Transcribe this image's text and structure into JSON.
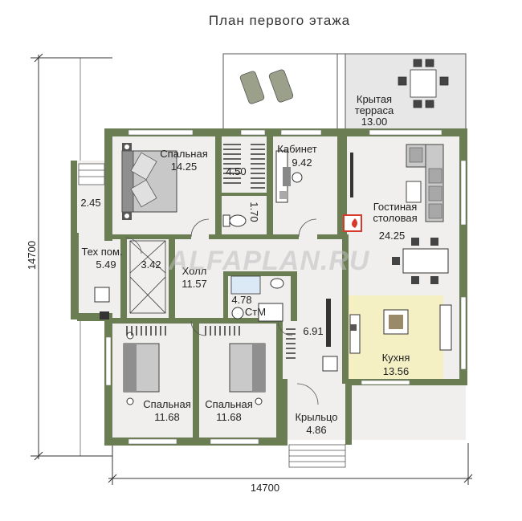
{
  "title": "План первого этажа",
  "watermark": "ALFAPLAN.RU",
  "dimensions": {
    "width": "14700",
    "height": "14700"
  },
  "colors": {
    "wall": "#6b7d52",
    "floor": "#f1efee",
    "terrace": "#e6e6e6",
    "kitchen": "#f4f0c4",
    "fireplace": "#d63a2a"
  },
  "rooms": {
    "terrace": {
      "name": "Крытая\nтерраса",
      "area": "13.00"
    },
    "bedroom_top": {
      "name": "Спальная",
      "area": "14.25"
    },
    "wardrobe": {
      "name": "",
      "area": "4.50"
    },
    "bath_top": {
      "name": "",
      "area": "1.70"
    },
    "cabinet": {
      "name": "Кабинет",
      "area": "9.42"
    },
    "living": {
      "name": "Гостиная\nстоловая",
      "area": "24.25"
    },
    "porch_side": {
      "name": "",
      "area": "2.45"
    },
    "tech": {
      "name": "Тех пом.",
      "area": "5.49"
    },
    "pantry": {
      "name": "",
      "area": "3.42"
    },
    "hall": {
      "name": "Холл",
      "area": "11.57"
    },
    "bath_mid": {
      "name": "",
      "area": "4.78"
    },
    "washer_label": "СтМ",
    "corridor": {
      "name": "",
      "area": "6.91"
    },
    "kitchen": {
      "name": "Кухня",
      "area": "13.56"
    },
    "bedroom_left": {
      "name": "Спальная",
      "area": "11.68"
    },
    "bedroom_right": {
      "name": "Спальная",
      "area": "11.68"
    },
    "porch": {
      "name": "Крыльцо",
      "area": "4.86"
    }
  }
}
